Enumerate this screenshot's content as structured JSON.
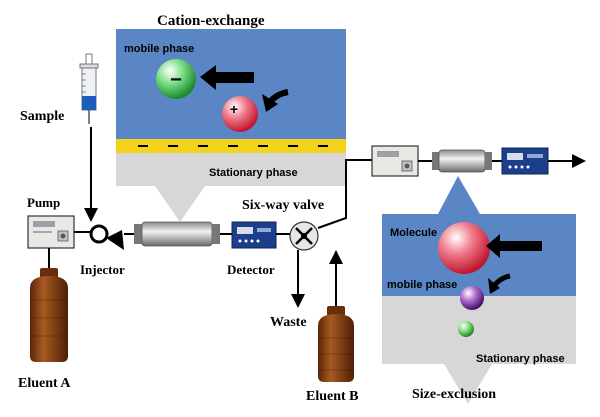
{
  "labels": {
    "cation_exchange": "Cation-exchange",
    "mobile_phase_top": "mobile phase",
    "stationary_phase_top": "Stationary phase",
    "sample": "Sample",
    "pump": "Pump",
    "injector": "Injector",
    "detector": "Detector",
    "six_way_valve": "Six-way valve",
    "waste": "Waste",
    "eluent_a": "Eluent A",
    "eluent_b": "Eluent B",
    "molecule": "Molecule",
    "mobile_phase_right": "mobile phase",
    "stationary_phase_right": "Stationary phase",
    "size_exclusion": "Size-exclusion"
  },
  "symbols": {
    "anion": "−",
    "cation": "+"
  },
  "colors": {
    "panel_blue": "#5b86c6",
    "stationary_gray": "#d7d7d7",
    "stationary_yellow": "#f2d21b",
    "bottle_brown": "#7a3b12",
    "ball_green": "#2bb53c",
    "ball_red": "#e0304a",
    "ball_purple": "#6a1f8a"
  }
}
